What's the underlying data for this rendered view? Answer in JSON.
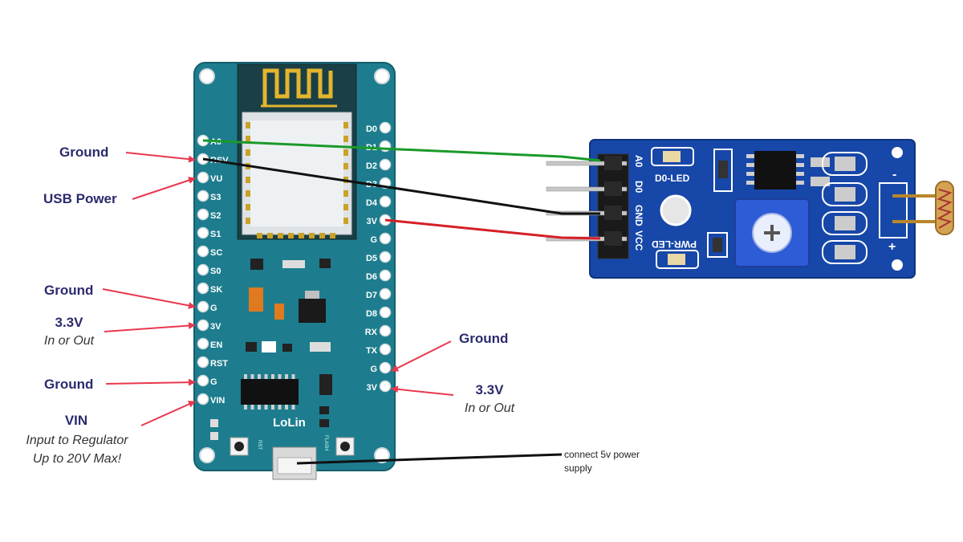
{
  "board": {
    "name": "LoLin",
    "left_pins": [
      "A0",
      "RSV",
      "VU",
      "S3",
      "S2",
      "S1",
      "SC",
      "S0",
      "SK",
      "G",
      "3V",
      "EN",
      "RST",
      "G",
      "VIN"
    ],
    "right_pins": [
      "D0",
      "D1",
      "D2",
      "D3",
      "D4",
      "3V",
      "G",
      "D5",
      "D6",
      "D7",
      "D8",
      "RX",
      "TX",
      "G",
      "3V"
    ],
    "button_left": "RST",
    "button_right": "FLASH"
  },
  "sensor": {
    "pins": [
      "A0",
      "D0",
      "GND",
      "VCC"
    ],
    "led_top": "D0-LED",
    "led_bottom": "PWR-LED",
    "polarity_minus": "-",
    "polarity_plus": "+"
  },
  "callouts": {
    "ground_rsv": "Ground",
    "usb_power": "USB Power",
    "ground_g1": "Ground",
    "v33_left": "3.3V",
    "v33_left_sub": "In or Out",
    "ground_g2": "Ground",
    "vin": "VIN",
    "vin_sub1": "Input to Regulator",
    "vin_sub2": "Up to 20V Max!",
    "ground_right": "Ground",
    "v33_right": "3.3V",
    "v33_right_sub": "In or Out",
    "power_note1": "connect 5v power",
    "power_note2": "supply"
  },
  "colors": {
    "board": "#1d7d8e",
    "board_edge": "#155f6c",
    "sensor": "#1747a8",
    "wire_green": "#1a9a2a",
    "wire_black": "#111111",
    "wire_red": "#d61f26",
    "callout": "#2b2b6e",
    "arrow": "#e8384f"
  }
}
